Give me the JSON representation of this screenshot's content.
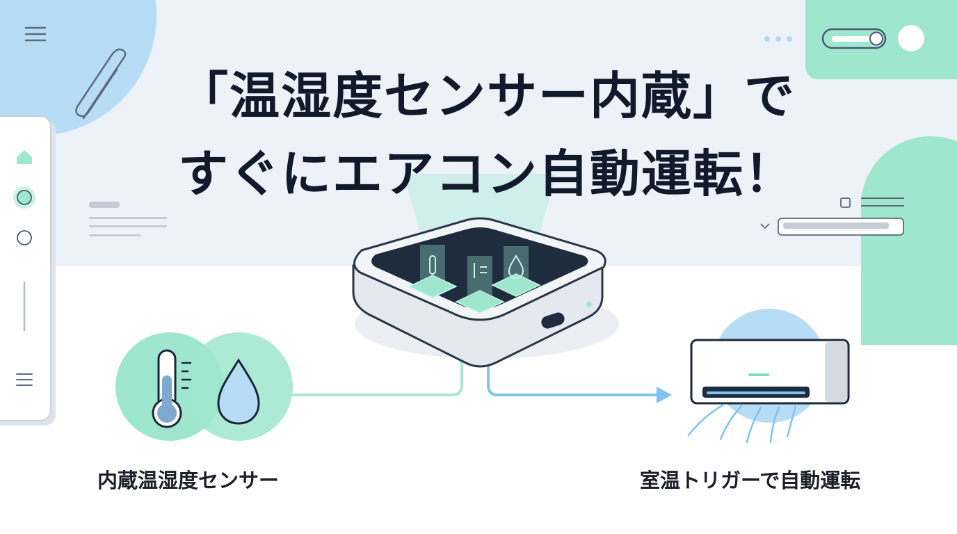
{
  "headline": {
    "line1": "「温湿度センサー内蔵」で",
    "line2": "すぐにエアコン自動運転！"
  },
  "labels": {
    "sensor": "内蔵温湿度センサー",
    "trigger": "室温トリガーで自動運転"
  },
  "colors": {
    "mint": "#9fe6cf",
    "sky": "#b6dcf6",
    "navy": "#111a2b",
    "arrow_blue": "#7ec4ee"
  },
  "icons": [
    "hamburger-icon",
    "paperclip-icon",
    "home-icon",
    "thermometer-icon",
    "water-drop-icon",
    "air-conditioner-icon",
    "hub-device-icon",
    "toggle-icon"
  ]
}
